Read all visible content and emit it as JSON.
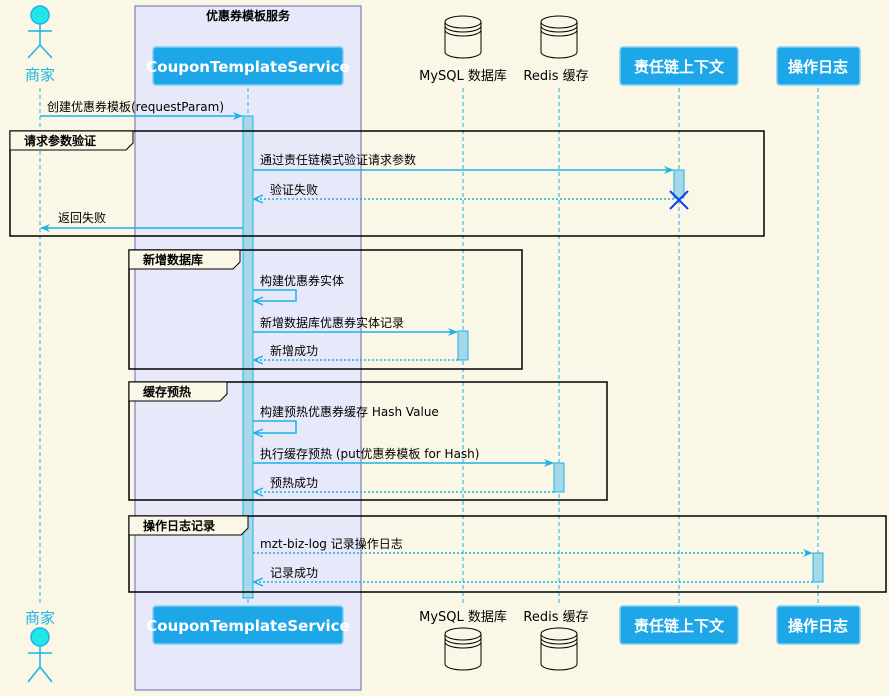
{
  "colors": {
    "background": "#fbf7e6",
    "arrow": "#1ab4e6",
    "participant": "#1ea7e8",
    "service_box": "#e8e8fb",
    "activation": "#a7d8ea"
  },
  "group_box": {
    "title": "优惠券模板服务"
  },
  "participants": {
    "merchant": "商家",
    "service": "CouponTemplateService",
    "mysql": "MySQL 数据库",
    "redis": "Redis 缓存",
    "chain": "责任链上下文",
    "oplog": "操作日志"
  },
  "messages": {
    "m1": "创建优惠券模板(requestParam)",
    "m2": "通过责任链模式验证请求参数",
    "m3": "验证失败",
    "m4": "返回失败",
    "m5": "构建优惠券实体",
    "m6": "新增数据库优惠券实体记录",
    "m7": "新增成功",
    "m8": "构建预热优惠券缓存 Hash Value",
    "m9": "执行缓存预热 (put优惠券模板 for Hash)",
    "m10": "预热成功",
    "m11": "mzt-biz-log 记录操作日志",
    "m12": "记录成功"
  },
  "frames": {
    "f1": "请求参数验证",
    "f2": "新增数据库",
    "f3": "缓存预热",
    "f4": "操作日志记录"
  },
  "icons": {
    "actor": "stick-figure-icon",
    "database": "database-cylinder-icon",
    "destroy": "destroy-x-icon"
  }
}
